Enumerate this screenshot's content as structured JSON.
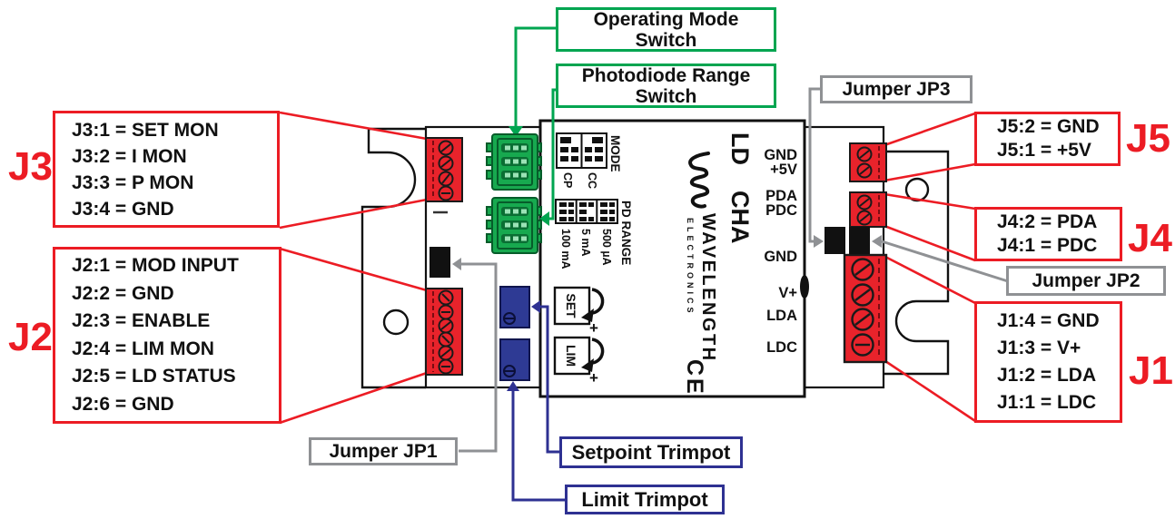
{
  "colors": {
    "red": "#ec1c24",
    "green": "#00a550",
    "gray": "#8f9194",
    "blue": "#2e3192"
  },
  "callouts": {
    "j3": {
      "id": "J3",
      "pins": [
        "J3:1 = SET MON",
        "J3:2 = I MON",
        "J3:3 = P MON",
        "J3:4 = GND"
      ]
    },
    "j2": {
      "id": "J2",
      "pins": [
        "J2:1 = MOD INPUT",
        "J2:2 = GND",
        "J2:3 = ENABLE",
        "J2:4 = LIM MON",
        "J2:5 = LD STATUS",
        "J2:6 = GND"
      ]
    },
    "j5": {
      "id": "J5",
      "pins": [
        "J5:2 = GND",
        "J5:1 = +5V"
      ]
    },
    "j4": {
      "id": "J4",
      "pins": [
        "J4:2 = PDA",
        "J4:1 = PDC"
      ]
    },
    "j1": {
      "id": "J1",
      "pins": [
        "J1:4 = GND",
        "J1:3 = V+",
        "J1:2 = LDA",
        "J1:1 = LDC"
      ]
    },
    "operating_mode": {
      "line1": "Operating Mode",
      "line2": "Switch"
    },
    "photodiode_range": {
      "line1": "Photodiode Range",
      "line2": "Switch"
    },
    "jp3": "Jumper JP3",
    "jp2": "Jumper JP2",
    "jp1": "Jumper JP1",
    "setpoint": "Setpoint Trimpot",
    "limit": "Limit Trimpot"
  },
  "board": {
    "brand": "WAVELENGTH",
    "brand_sub": "ELECTRONICS",
    "model_top": "LD",
    "model_bottom": "CHA",
    "ce": "CE",
    "mode": {
      "title": "MODE",
      "left": "CP",
      "right": "CC"
    },
    "pd_range": {
      "title": "PD RANGE",
      "opt1": "100 mA",
      "opt2": "5 mA",
      "opt3": "500 µA"
    },
    "set": "SET",
    "lim": "LIM",
    "plus": "+",
    "pads": [
      "GND",
      "+5V",
      "PDA",
      "PDC",
      "GND",
      "V+",
      "LDA",
      "LDC"
    ]
  }
}
